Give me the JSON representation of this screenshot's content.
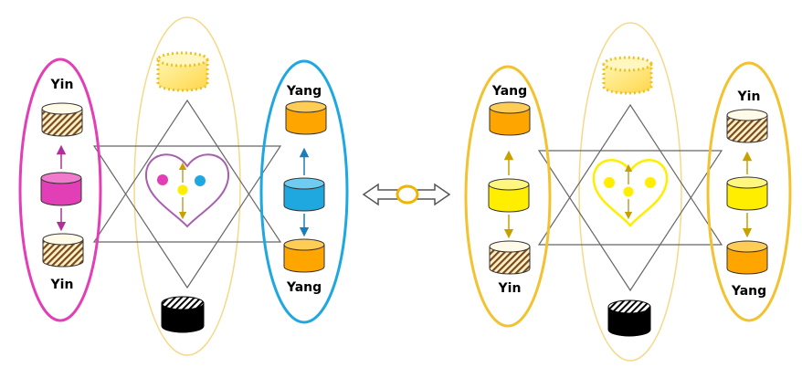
{
  "left_panel": {
    "left_ring": {
      "top_label": "Yin",
      "bottom_label": "Yin"
    },
    "right_ring": {
      "top_label": "Yang",
      "bottom_label": "Yang"
    }
  },
  "right_panel": {
    "left_ring": {
      "top_label": "Yang",
      "bottom_label": "Yin"
    },
    "right_ring": {
      "top_label": "Yin",
      "bottom_label": "Yang"
    }
  },
  "icons": {
    "exchange": "double-headed-arrow-icon",
    "striped_cylinder": "striped-cylinder-icon",
    "black_cylinder": "black-cylinder-icon",
    "dotted_cylinder": "dotted-cylinder-icon",
    "heart": "heart-icon"
  },
  "colors": {
    "magenta": "#e23fb7",
    "cyan": "#1fa8e0",
    "yellow": "#ffee00",
    "orange": "#ffa500",
    "gold_ring": "#f2c230",
    "pale_ring": "#f5d98a",
    "purple_heart": "#a85fb0",
    "black": "#000000",
    "brown_stripe": "#8b5a2b"
  }
}
